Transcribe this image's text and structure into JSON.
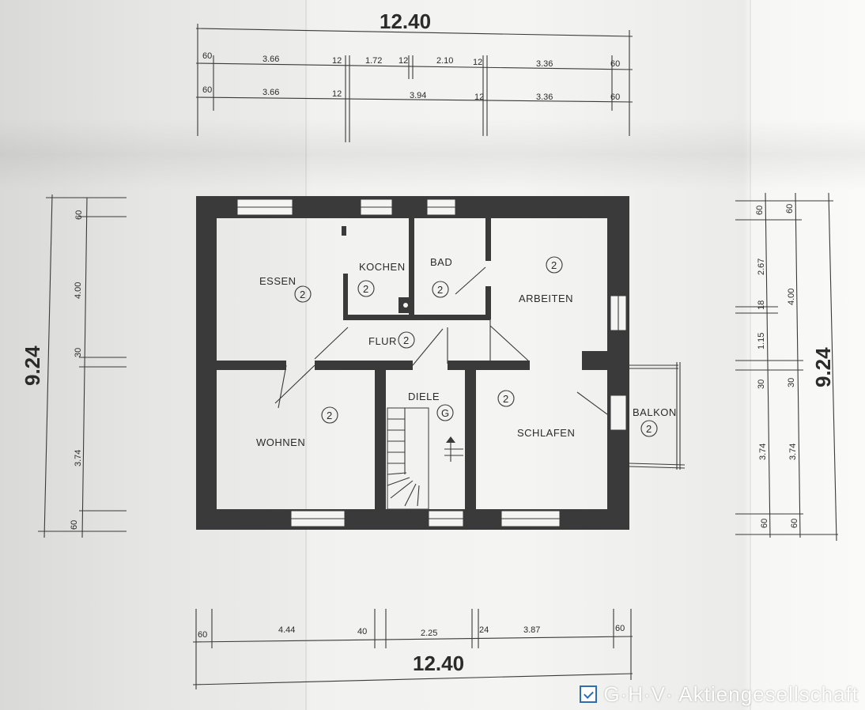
{
  "dimensions": {
    "top_total": "12.40",
    "top_row1": [
      "60",
      "3.66",
      "12",
      "1.72",
      "12",
      "2.10",
      "12",
      "3.36",
      "60"
    ],
    "top_row2": [
      "60",
      "3.66",
      "12",
      "3.94",
      "12",
      "3.36",
      "60"
    ],
    "bottom_total": "12.40",
    "bottom_row": [
      "60",
      "4.44",
      "40",
      "2.25",
      "24",
      "3.87",
      "60"
    ],
    "left_total": "9.24",
    "left_row": [
      "60",
      "4.00",
      "30",
      "3.74",
      "60"
    ],
    "right_total": "9.24",
    "right_row1": [
      "60",
      "2.67",
      "18",
      "1.15",
      "30",
      "3.74",
      "60"
    ],
    "right_row2": [
      "60",
      "4.00",
      "30",
      "3.74",
      "60"
    ]
  },
  "rooms": {
    "essen": "ESSEN",
    "kochen": "KOCHEN",
    "bad": "BAD",
    "arbeiten": "ARBEITEN",
    "flur": "FLUR",
    "diele": "DIELE",
    "wohnen": "WOHNEN",
    "schlafen": "SCHLAFEN",
    "balkon": "BALKON"
  },
  "markers": {
    "floor_2": "2",
    "floor_g": "G"
  },
  "brand": {
    "name": "G·H·V· Aktiengesellschaft",
    "color": "#2d6db4"
  }
}
